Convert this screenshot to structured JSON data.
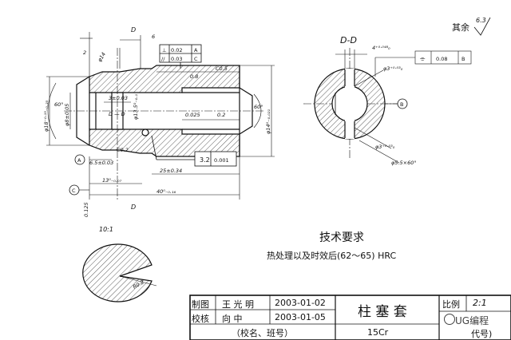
{
  "labels": {
    "section_d_left": "D",
    "section_d_right": "D",
    "section_dd": "D-D",
    "dia14": "φ14",
    "dim2": "2",
    "dim6": "6",
    "tol1_sym": "⊥",
    "tol1_val": "0.02",
    "tol1_ref": "A",
    "tol2_sym": "//",
    "tol2_val": "0.03",
    "tol2_ref": "C",
    "dim08": "0.8",
    "c05": "C0.5",
    "dia18": "φ18⁻⁰·¹⁵₋₀.₂₅",
    "dia8": "φ8±0.05",
    "ang60_left": "60°",
    "dim3": "3±0.03",
    "dia135": "φ13.5⁰₋₀.₁",
    "dd_label": "D — D",
    "dim0025": "0.025",
    "dim02": "0.2",
    "ang60_right": "60°",
    "dia14tol": "φ14⁰₋₀.₀₂₁",
    "c02": "C0.2",
    "marker_a": "A",
    "dim65": "6.5±0.03",
    "flat_val": "0.001",
    "dim13": "13⁰₋₀.₀₇",
    "dim25": "25±0.34",
    "dim40": "40⁰₋₀.₁₆",
    "marker_c": "C",
    "dim0125": "0.125",
    "dim4": "4⁺⁰·⁰⁴⁸₀",
    "sym_tol_val": "0.08",
    "sym_tol_ref": "B",
    "dia3_top": "φ3⁺⁰·⁰³₀",
    "marker_b": "B",
    "dia3_bot": "φ3⁺⁰·⁰³₀",
    "dia55": "φ5.5×60°",
    "other_rough": "其余",
    "rough_val": "6.3",
    "scale_detail": "10:1",
    "r02": "R0.2",
    "tech_title": "技术要求",
    "tech_text": "热处理以及时效后(62～65) HRC",
    "rough_mid": "3.2"
  },
  "title_block": {
    "drawn_label": "制图",
    "drawn_name": "王 光 明",
    "drawn_date": "2003-01-02",
    "checked_label": "校核",
    "checked_name": "向     中",
    "checked_date": "2003-01-05",
    "part_name": "柱 塞 套",
    "school": "（校名、班号）",
    "material": "15Cr",
    "scale_label": "比例",
    "scale_val": "2:1",
    "code_label": "代号)",
    "watermark": "UG编程"
  },
  "colors": {
    "line": "#111111",
    "hatch": "#333333",
    "bg": "#ffffff"
  }
}
